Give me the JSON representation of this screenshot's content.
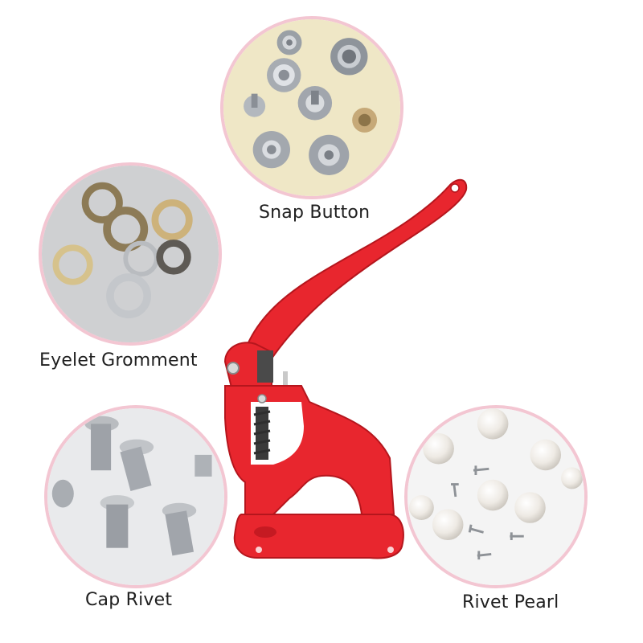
{
  "labels": {
    "snap_button": "Snap Button",
    "eyelet_gromment": "Eyelet Gromment",
    "cap_rivet": "Cap Rivet",
    "rivet_pearl": "Rivet Pearl"
  },
  "colors": {
    "press_red": "#e8262e",
    "circle_border": "#f3c6d2",
    "background": "#ffffff"
  },
  "icons": {
    "press": "hand-press-machine",
    "snap": "snap-button-photo",
    "eyelet": "eyelet-grommet-photo",
    "cap": "cap-rivet-photo",
    "pearl": "rivet-pearl-photo"
  }
}
